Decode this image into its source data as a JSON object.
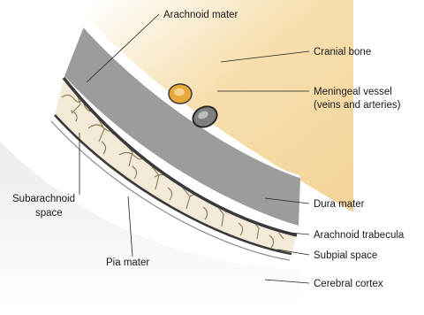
{
  "diagram": {
    "labels": {
      "arachnoid_mater": "Arachnoid mater",
      "cranial_bone": "Cranial bone",
      "meningeal_vessel_line1": "Meningeal vessel",
      "meningeal_vessel_line2": "(veins and arteries)",
      "subarachnoid_space_line1": "Subarachnoid",
      "subarachnoid_space_line2": "space",
      "dura_mater": "Dura mater",
      "arachnoid_trabecula": "Arachnoid trabecula",
      "pia_mater": "Pia mater",
      "subpial_space": "Subpial space",
      "cerebral_cortex": "Cerebral cortex"
    },
    "colors": {
      "cranial_bone": "#f7dfae",
      "dura_mater": "#9c9c9c",
      "membrane": "#3a3a3a",
      "subarachnoid_space": "#f3ead7",
      "trabecula": "#8a7a55",
      "cerebral_cortex": "#e4e4e4",
      "vein": "#e8a93a",
      "artery": "#7f7f7f"
    }
  }
}
